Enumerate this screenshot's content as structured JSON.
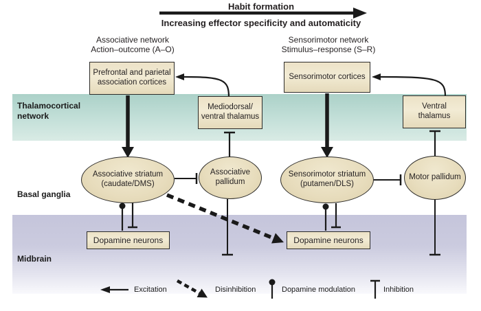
{
  "header": {
    "title": "Habit formation",
    "subtitle": "Increasing effector specificity and automaticity"
  },
  "columns": {
    "left": {
      "name": "Associative network",
      "mapping": "Action–outcome (A–O)"
    },
    "right": {
      "name": "Sensorimotor network",
      "mapping": "Stimulus–response (S–R)"
    }
  },
  "regions": {
    "thalamocortical": {
      "label": "Thalamocortical network"
    },
    "basal_ganglia": {
      "label": "Basal ganglia"
    },
    "midbrain": {
      "label": "Midbrain"
    }
  },
  "nodes": {
    "prefrontal": {
      "label": "Prefrontal and parietal association cortices"
    },
    "mediodorsal": {
      "label": "Mediodorsal/ ventral thalamus"
    },
    "sensorimotor_cortices": {
      "label": "Sensorimotor cortices"
    },
    "ventral_thalamus": {
      "label": "Ventral thalamus"
    },
    "associative_striatum": {
      "label": "Associative striatum (caudate/DMS)"
    },
    "associative_pallidum": {
      "label": "Associative pallidum"
    },
    "sensorimotor_striatum": {
      "label": "Sensorimotor striatum (putamen/DLS)"
    },
    "motor_pallidum": {
      "label": "Motor pallidum"
    },
    "dopamine_left": {
      "label": "Dopamine neurons"
    },
    "dopamine_right": {
      "label": "Dopamine neurons"
    }
  },
  "legend": {
    "excitation": "Excitation",
    "disinhibition": "Disinhibition",
    "dopamine_modulation": "Dopamine modulation",
    "inhibition": "Inhibition"
  },
  "colors": {
    "node_fill": "#ece2c7",
    "node_border": "#2b2a28",
    "thalamo_band": "#abd1c8",
    "midbrain_band": "#c5c5db",
    "line": "#1a1a1a"
  }
}
